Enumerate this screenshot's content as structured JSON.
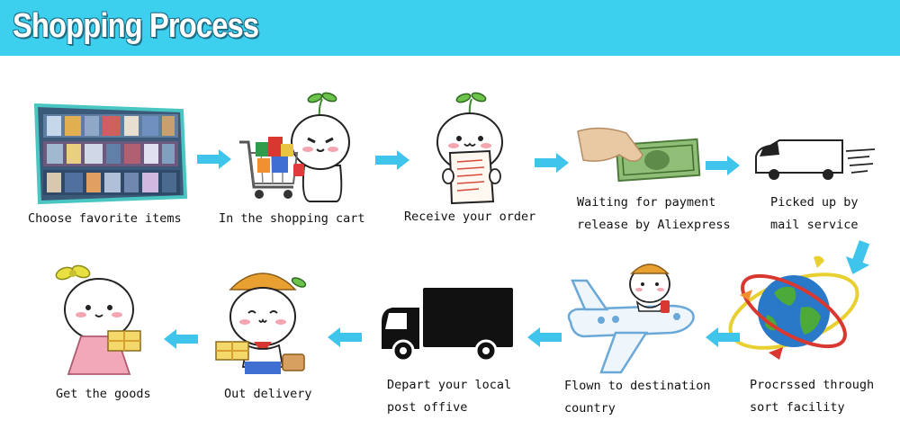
{
  "header": {
    "title": "Shopping Process",
    "bg_color": "#3ccfee"
  },
  "arrow_color": "#3fc4ec",
  "steps": [
    {
      "label_lines": [
        "Choose favorite items"
      ]
    },
    {
      "label_lines": [
        "In the shopping cart"
      ]
    },
    {
      "label_lines": [
        "Receive your order"
      ]
    },
    {
      "label_lines": [
        "Waiting for payment",
        "release by Aliexpress"
      ]
    },
    {
      "label_lines": [
        "Picked up by",
        "mail service"
      ]
    },
    {
      "label_lines": [
        "Procrssed through",
        "sort facility"
      ]
    },
    {
      "label_lines": [
        "Flown to destination",
        "country"
      ]
    },
    {
      "label_lines": [
        "Depart your local",
        "post offive"
      ]
    },
    {
      "label_lines": [
        "Out delivery"
      ]
    },
    {
      "label_lines": [
        "Get the goods"
      ]
    }
  ]
}
